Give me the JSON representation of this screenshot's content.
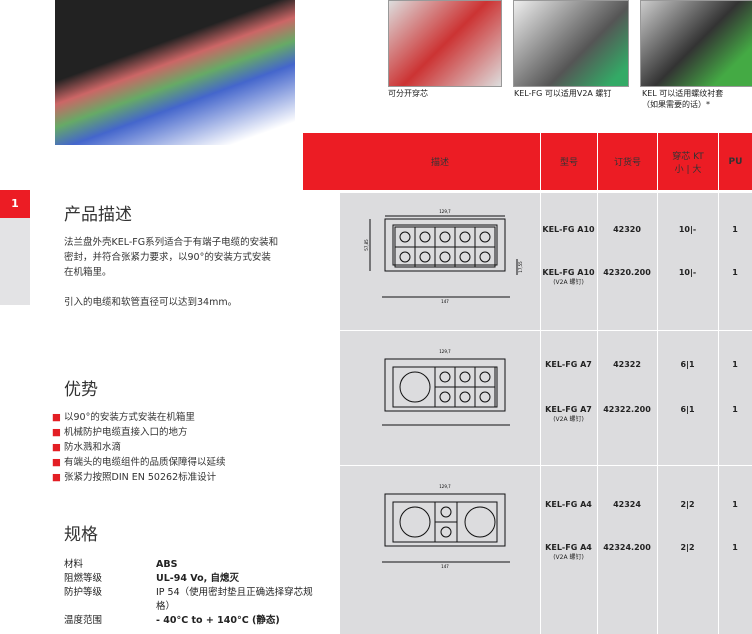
{
  "captions": [
    "可分开穿芯",
    "KEL-FG 可以适用V2A 螺钉",
    "KEL 可以适用螺纹衬套\n（如果需要的话）*"
  ],
  "page_tab": "1",
  "table": {
    "headers": [
      "描述",
      "型号",
      "订货号",
      "穿芯 KT\n小 | 大",
      "PU"
    ],
    "rows": [
      {
        "model": "KEL-FG A10",
        "note": "",
        "order": "42320",
        "kt": "10|-",
        "pu": "1"
      },
      {
        "model": "KEL-FG A10",
        "note": "(V2A 螺钉)",
        "order": "42320.200",
        "kt": "10|-",
        "pu": "1"
      },
      {
        "model": "KEL-FG A7",
        "note": "",
        "order": "42322",
        "kt": "6|1",
        "pu": "1"
      },
      {
        "model": "KEL-FG A7",
        "note": "(V2A 螺钉)",
        "order": "42322.200",
        "kt": "6|1",
        "pu": "1"
      },
      {
        "model": "KEL-FG A4",
        "note": "",
        "order": "42324",
        "kt": "2|2",
        "pu": "1"
      },
      {
        "model": "KEL-FG A4",
        "note": "(V2A 螺钉)",
        "order": "42324.200",
        "kt": "2|2",
        "pu": "1"
      }
    ],
    "dims": {
      "top": "129,7",
      "bottom": "147",
      "height": "57,85",
      "side": "17,55"
    }
  },
  "description": {
    "title": "产品描述",
    "p1": "法兰盘外壳KEL-FG系列适合于有端子电缆的安装和密封，并符合张紧力要求，以90°的安装方式安装在机箱里。",
    "p2": "引入的电缆和软管直径可以达到34mm。"
  },
  "advantages": {
    "title": "优势",
    "items": [
      "以90°的安装方式安装在机箱里",
      "机械防护电缆直接入口的地方",
      "防水溅和水滴",
      "有端头的电缆组件的品质保障得以延续",
      "张紧力按照DIN EN 50262标准设计"
    ]
  },
  "specs": {
    "title": "规格",
    "rows": [
      [
        "材料",
        "ABS"
      ],
      [
        "阻燃等级",
        "UL-94 Vo, 自熄灭"
      ],
      [
        "防护等级",
        "IP 54（使用密封垫且正确选择穿芯规格）"
      ],
      [
        "温度范围",
        "- 40°C to + 140°C (静态)"
      ]
    ]
  }
}
